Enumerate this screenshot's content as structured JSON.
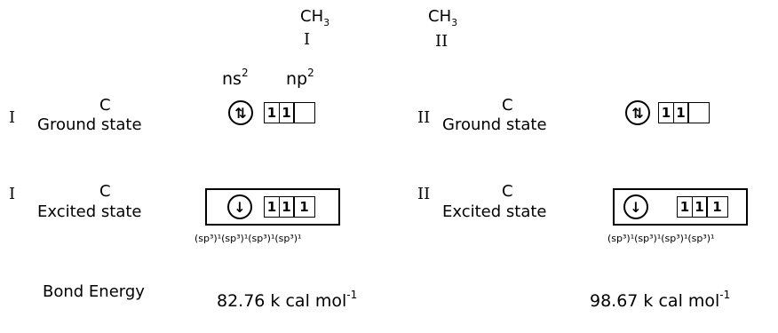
{
  "header": {
    "col1": {
      "formula_main": "CH",
      "formula_sub": "3",
      "roman": "I"
    },
    "col2": {
      "formula_main": "CH",
      "formula_sub": "3",
      "roman": "II"
    }
  },
  "orbital_labels": {
    "ns_base": "ns",
    "ns_exp": "2",
    "np_base": "np",
    "np_exp": "2"
  },
  "ground": {
    "left": {
      "roman": "I",
      "atom": "C",
      "state": "Ground state",
      "s_orbital": "⇅",
      "p_orbitals": [
        "1",
        "1",
        ""
      ]
    },
    "right": {
      "roman": "II",
      "atom": "C",
      "state": "Ground state",
      "s_orbital": "⇅",
      "p_orbitals": [
        "1",
        "1",
        ""
      ]
    }
  },
  "excited": {
    "left": {
      "roman": "I",
      "atom": "C",
      "state": "Excited state",
      "s_orbital": "↓",
      "p_orbitals": [
        "1",
        "1",
        "1"
      ],
      "hybrid": "(sp³)¹(sp³)¹(sp³)¹(sp³)¹"
    },
    "right": {
      "roman": "II",
      "atom": "C",
      "state": "Excited state",
      "s_orbital": "↓",
      "p_orbitals": [
        "1",
        "1",
        "1"
      ],
      "hybrid": "(sp³)¹(sp³)¹(sp³)¹(sp³)¹"
    }
  },
  "bond_energy": {
    "label": "Bond Energy",
    "left_value": "82.76 k cal mol",
    "left_exp": "-1",
    "right_value": "98.67 k cal mol",
    "right_exp": "-1"
  }
}
